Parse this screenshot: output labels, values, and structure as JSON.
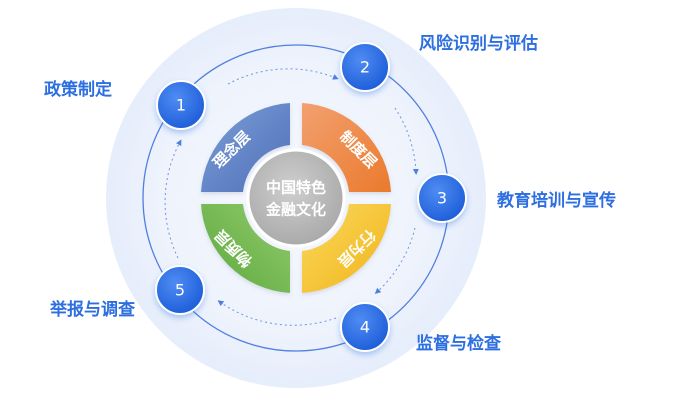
{
  "center": {
    "line1": "中国特色",
    "line2": "金融文化"
  },
  "layers": [
    {
      "id": "q1",
      "label": "理念层",
      "color": "#5c80c4"
    },
    {
      "id": "q2",
      "label": "制度层",
      "color": "#ef8b3f"
    },
    {
      "id": "q3",
      "label": "行为层",
      "color": "#f3bd24"
    },
    {
      "id": "q4",
      "label": "物质层",
      "color": "#6db24b"
    }
  ],
  "steps": [
    {
      "number": "1",
      "label": "政策制定"
    },
    {
      "number": "2",
      "label": "风险识别与评估"
    },
    {
      "number": "3",
      "label": "教育培训与宣传"
    },
    {
      "number": "4",
      "label": "监督与检查"
    },
    {
      "number": "5",
      "label": "举报与调查"
    }
  ],
  "colors": {
    "accent": "#2d6fe0",
    "node_fill": "#2f6fe6",
    "ring": "#4f7fe0",
    "halo": "#e9f0fc",
    "center_fill": "#bdbdbd"
  }
}
